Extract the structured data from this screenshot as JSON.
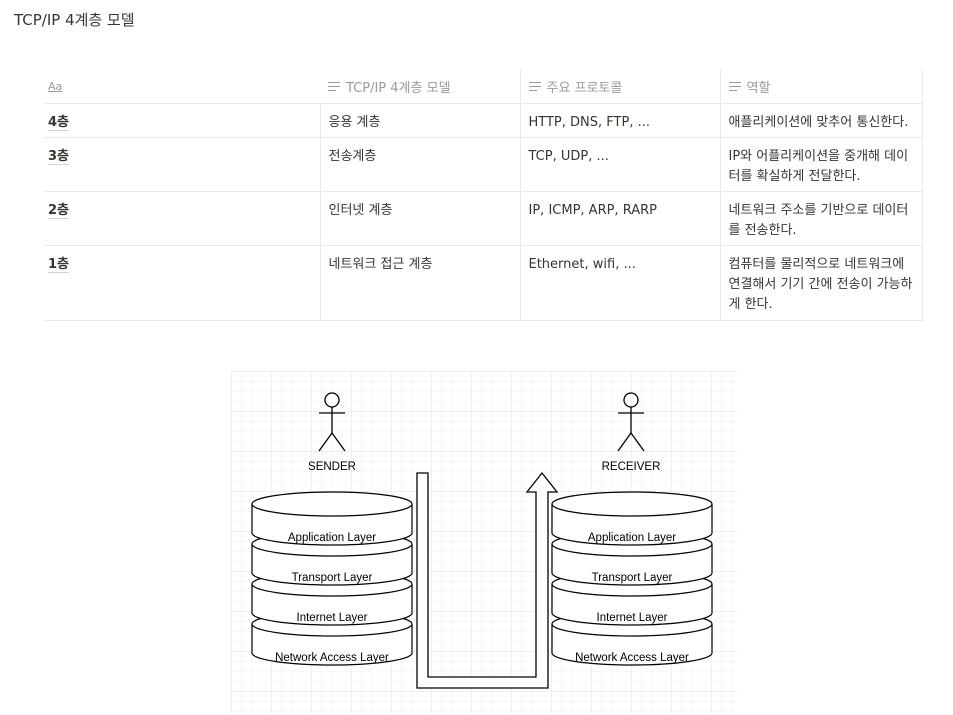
{
  "page": {
    "title": "TCP/IP 4계층 모델"
  },
  "table": {
    "columns": [
      {
        "label": "Aa",
        "icon": "title-icon"
      },
      {
        "label": "TCP/IP 4계층 모델",
        "icon": "text-property-icon"
      },
      {
        "label": "주요 프로토콜",
        "icon": "text-property-icon"
      },
      {
        "label": "역할",
        "icon": "text-property-icon"
      }
    ],
    "rows": [
      {
        "layer": "4층",
        "model": "응용 계층",
        "protocols": "HTTP, DNS, FTP, ...",
        "role": "애플리케이션에 맞추어 통신한다."
      },
      {
        "layer": "3층",
        "model": "전송계층",
        "protocols": "TCP, UDP, ...",
        "role": "IP와 어플리케이션을 중개해 데이터를 확실하게 전달한다."
      },
      {
        "layer": "2층",
        "model": "인터넷 계층",
        "protocols": "IP, ICMP, ARP, RARP",
        "role": "네트워크 주소를 기반으로 데이터를 전송한다."
      },
      {
        "layer": "1층",
        "model": "네트워크 접근 계층",
        "protocols": "Ethernet, wifi, ...",
        "role": "컴퓨터를 물리적으로 네트워크에 연결해서 기기 간에 전송이 가능하게 한다."
      }
    ]
  },
  "diagram": {
    "sender_label": "SENDER",
    "receiver_label": "RECEIVER",
    "layers": [
      "Application Layer",
      "Transport Layer",
      "Internet Layer",
      "Network Access Layer"
    ],
    "icons": {
      "actor": "person-stick-figure-icon",
      "database": "cylinder-stack-icon",
      "arrow": "u-turn-arrow-icon"
    }
  }
}
